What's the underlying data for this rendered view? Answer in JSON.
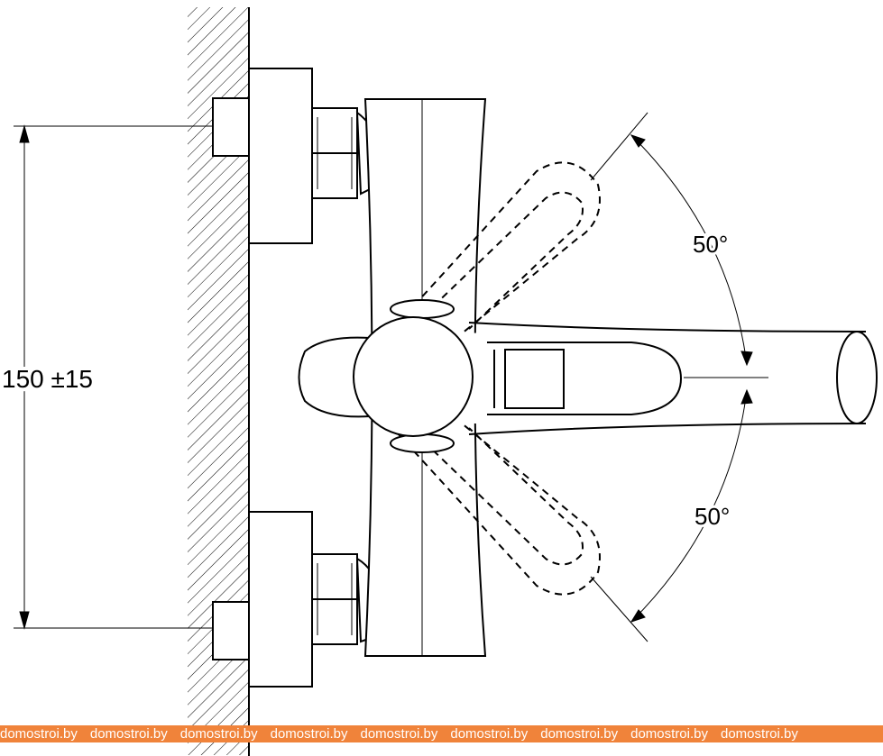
{
  "dimensions": {
    "center_distance": "150 ±15",
    "angle_up": "50°",
    "angle_down": "50°"
  },
  "watermark": {
    "text": "domostroi.by",
    "repeat": 9,
    "color": "#f0833a"
  }
}
